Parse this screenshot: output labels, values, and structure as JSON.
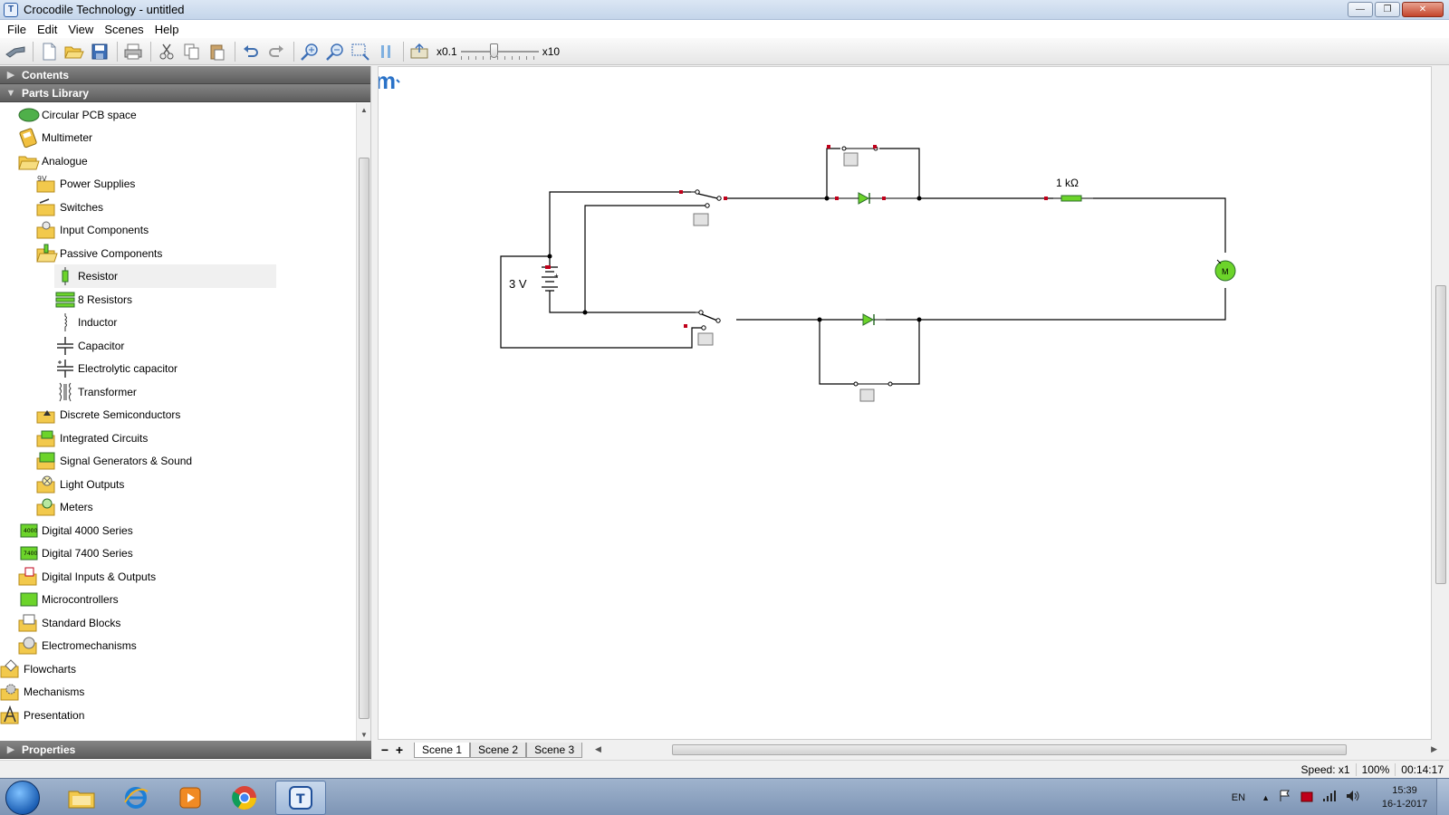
{
  "window": {
    "title": "Crocodile Technology - untitled",
    "app_icon": "T"
  },
  "menu": [
    "File",
    "Edit",
    "View",
    "Scenes",
    "Help"
  ],
  "toolbar": {
    "zoom_min": "x0.1",
    "zoom_max": "x10",
    "slider_level": 0.42
  },
  "panels": {
    "contents": "Contents",
    "parts_library": "Parts Library",
    "properties": "Properties"
  },
  "tree": {
    "circular_pcb": "Circular PCB space",
    "multimeter": "Multimeter",
    "analogue": "Analogue",
    "power_supplies": "Power Supplies",
    "switches": "Switches",
    "input_components": "Input Components",
    "passive_components": "Passive Components",
    "resistor": "Resistor",
    "eight_resistors": "8 Resistors",
    "inductor": "Inductor",
    "capacitor": "Capacitor",
    "electrolytic_capacitor": "Electrolytic capacitor",
    "transformer": "Transformer",
    "discrete_semiconductors": "Discrete Semiconductors",
    "integrated_circuits": "Integrated Circuits",
    "signal_generators": "Signal Generators & Sound",
    "light_outputs": "Light Outputs",
    "meters": "Meters",
    "digital_4000": "Digital 4000 Series",
    "digital_7400": "Digital 7400 Series",
    "digital_io": "Digital Inputs & Outputs",
    "microcontrollers": "Microcontrollers",
    "standard_blocks": "Standard Blocks",
    "electromechanisms": "Electromechanisms",
    "flowcharts": "Flowcharts",
    "mechanisms": "Mechanisms",
    "presentation": "Presentation"
  },
  "canvas": {
    "logo": "m",
    "battery_label": "3 V",
    "resistor_label": "1 kΩ",
    "motor_label": "M"
  },
  "scenes": {
    "tabs": [
      "Scene 1",
      "Scene 2",
      "Scene 3"
    ],
    "minus": "−",
    "plus": "+"
  },
  "status": {
    "speed": "Speed: x1",
    "zoom": "100%",
    "time": "00:14:17"
  },
  "taskbar": {
    "lang": "EN",
    "time": "15:39",
    "date": "16-1-2017"
  },
  "colors": {
    "component_green": "#6cd42a",
    "wire": "#000000",
    "terminal_red": "#c0001a",
    "panel_header": "#6e6e6e"
  }
}
